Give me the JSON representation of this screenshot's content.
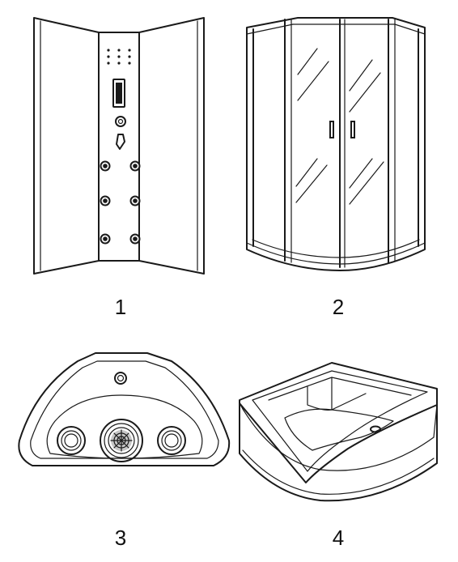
{
  "figure": {
    "items": [
      {
        "number": "1",
        "icon": "shower-panel-icon"
      },
      {
        "number": "2",
        "icon": "shower-enclosure-icon"
      },
      {
        "number": "3",
        "icon": "corner-tray-top-view-icon"
      },
      {
        "number": "4",
        "icon": "corner-bathtub-icon"
      }
    ]
  }
}
